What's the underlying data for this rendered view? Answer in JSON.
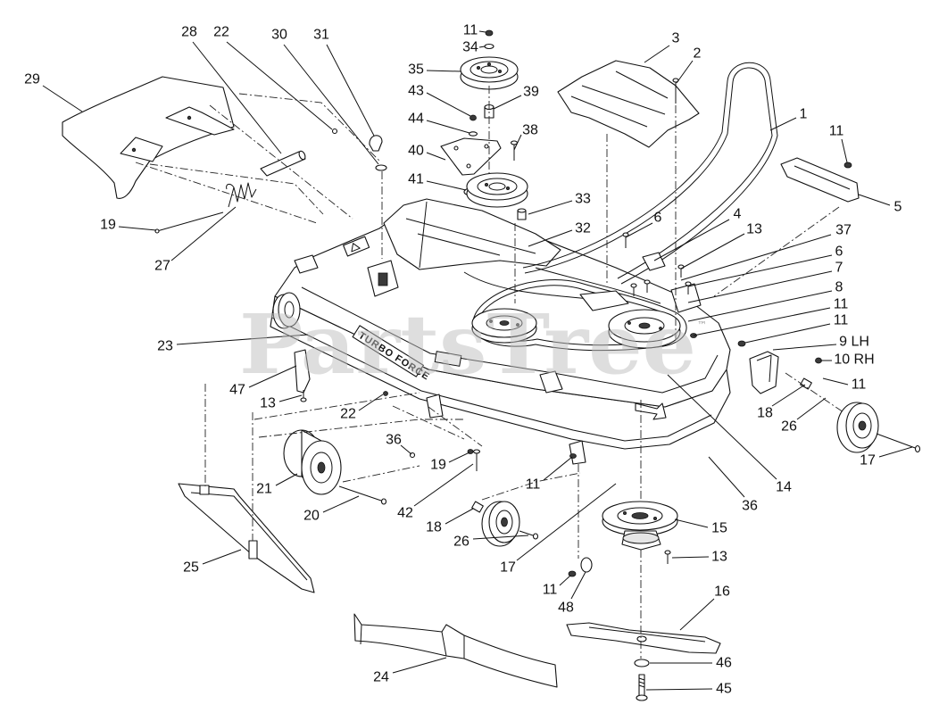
{
  "watermark": "PartsTree",
  "watermark_tm": "™",
  "deck_marking": "TURBO FORCE",
  "callouts": [
    "11",
    "34",
    "35",
    "43",
    "39",
    "44",
    "38",
    "40",
    "41",
    "33",
    "32",
    "29",
    "28",
    "22",
    "30",
    "31",
    "19",
    "27",
    "3",
    "2",
    "1",
    "11",
    "5",
    "6",
    "4",
    "13",
    "37",
    "6",
    "7",
    "8",
    "11",
    "11",
    "9 LH",
    "10 RH",
    "11",
    "18",
    "26",
    "17",
    "14",
    "36",
    "23",
    "47",
    "13",
    "22",
    "36",
    "19",
    "21",
    "20",
    "42",
    "11",
    "25",
    "18",
    "26",
    "17",
    "15",
    "13",
    "11",
    "48",
    "16",
    "46",
    "45",
    "24"
  ]
}
